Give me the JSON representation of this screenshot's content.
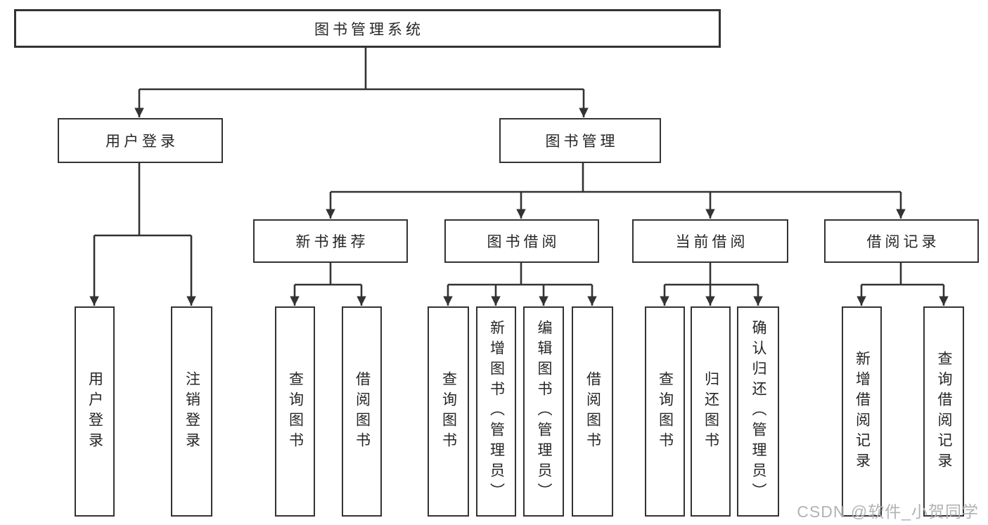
{
  "colors": {
    "line": "#333333",
    "text": "#262626",
    "watermark": "#b0b3b6"
  },
  "watermark": "CSDN @软件_小贺同学",
  "tree": {
    "root": {
      "label": "图书管理系统",
      "children": [
        {
          "label": "用户登录",
          "children": [
            {
              "label": "用户登录"
            },
            {
              "label": "注销登录"
            }
          ]
        },
        {
          "label": "图书管理",
          "children": [
            {
              "label": "新书推荐",
              "children": [
                {
                  "label": "查询图书"
                },
                {
                  "label": "借阅图书"
                }
              ]
            },
            {
              "label": "图书借阅",
              "children": [
                {
                  "label": "查询图书"
                },
                {
                  "label": "新增图书（管理员）"
                },
                {
                  "label": "编辑图书（管理员）"
                },
                {
                  "label": "借阅图书"
                }
              ]
            },
            {
              "label": "当前借阅",
              "children": [
                {
                  "label": "查询图书"
                },
                {
                  "label": "归还图书"
                },
                {
                  "label": "确认归还（管理员）"
                }
              ]
            },
            {
              "label": "借阅记录",
              "children": [
                {
                  "label": "新增借阅记录"
                },
                {
                  "label": "查询借阅记录"
                }
              ]
            }
          ]
        }
      ]
    }
  }
}
